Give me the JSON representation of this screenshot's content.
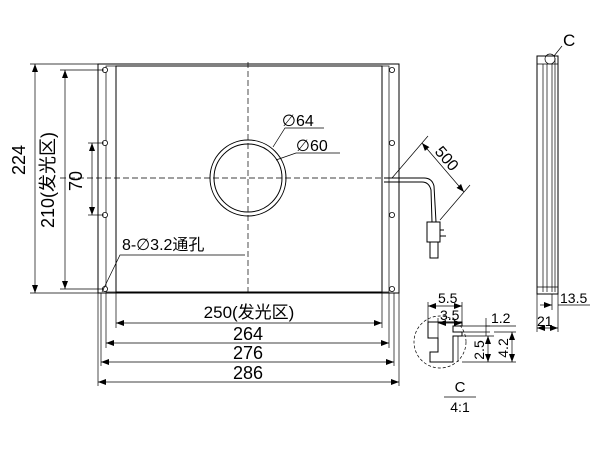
{
  "dimensions": {
    "height_total": "224",
    "height_emitting": "210(发光区)",
    "hole_spacing_v": "70",
    "window_outer": "∅64",
    "window_inner": "∅60",
    "cable_length": "500",
    "holes": "8-∅3.2通孔",
    "width_emitting": "250(发光区)",
    "width_264": "264",
    "width_276": "276",
    "width_286": "286",
    "side_depth": "13.5",
    "side_width": "21",
    "detail_label": "C",
    "detail_5_5": "5.5",
    "detail_3_5": "3.5",
    "detail_1_2": "1.2",
    "detail_2_5": "2.5",
    "detail_4_2": "4.2",
    "detail_callout": "C",
    "detail_scale": "4:1"
  }
}
